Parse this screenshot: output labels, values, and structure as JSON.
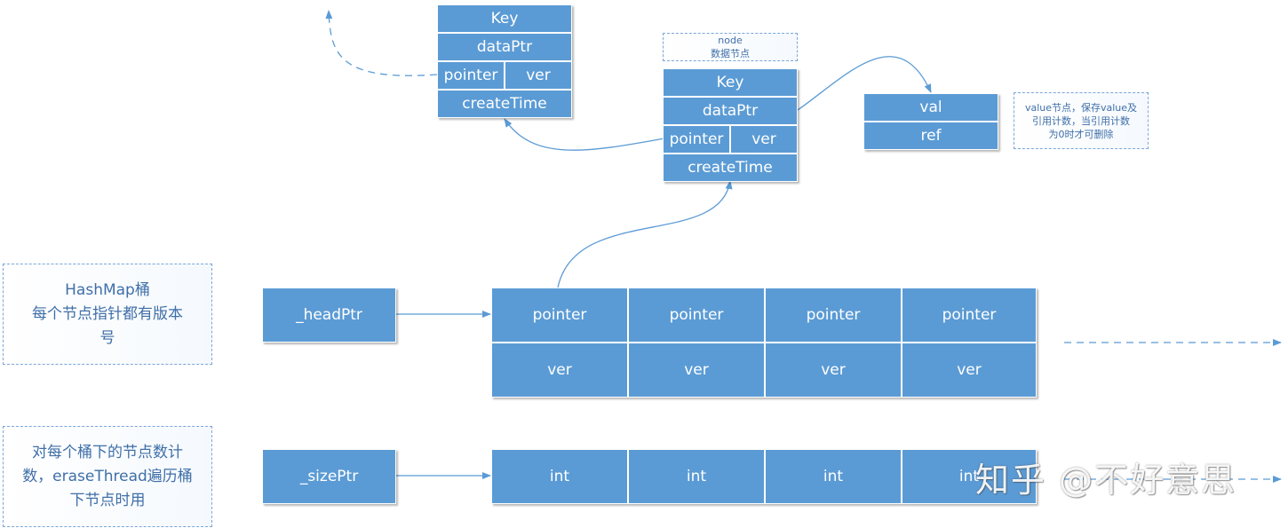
{
  "node_old": {
    "key": "Key",
    "data_ptr": "dataPtr",
    "pointer": "pointer",
    "ver": "ver",
    "create_time": "createTime"
  },
  "node_new": {
    "key": "Key",
    "data_ptr": "dataPtr",
    "pointer": "pointer",
    "ver": "ver",
    "create_time": "createTime"
  },
  "node_note": {
    "line1": "node",
    "line2": "数据节点"
  },
  "value_node": {
    "val": "val",
    "ref": "ref"
  },
  "value_note": {
    "line1": "value节点，保存value及",
    "line2": "引用计数，当引用计数",
    "line3": "为0时才可删除"
  },
  "hashmap_note": {
    "line1": "HashMap桶",
    "line2": "每个节点指针都有版本",
    "line3": "号"
  },
  "head_ptr": "_headPtr",
  "buckets": [
    {
      "pointer": "pointer",
      "ver": "ver"
    },
    {
      "pointer": "pointer",
      "ver": "ver"
    },
    {
      "pointer": "pointer",
      "ver": "ver"
    },
    {
      "pointer": "pointer",
      "ver": "ver"
    }
  ],
  "count_note": {
    "line1": "对每个桶下的节点数计",
    "line2": "数，eraseThread遍历桶",
    "line3": "下节点时用"
  },
  "size_ptr": "_sizePtr",
  "counters": [
    "int",
    "int",
    "int",
    "int"
  ],
  "watermark": "知乎 @不好意思",
  "colors": {
    "box_fill": "#5b9bd5",
    "line": "#5b9bd5",
    "note_text": "#3f6fa8"
  }
}
